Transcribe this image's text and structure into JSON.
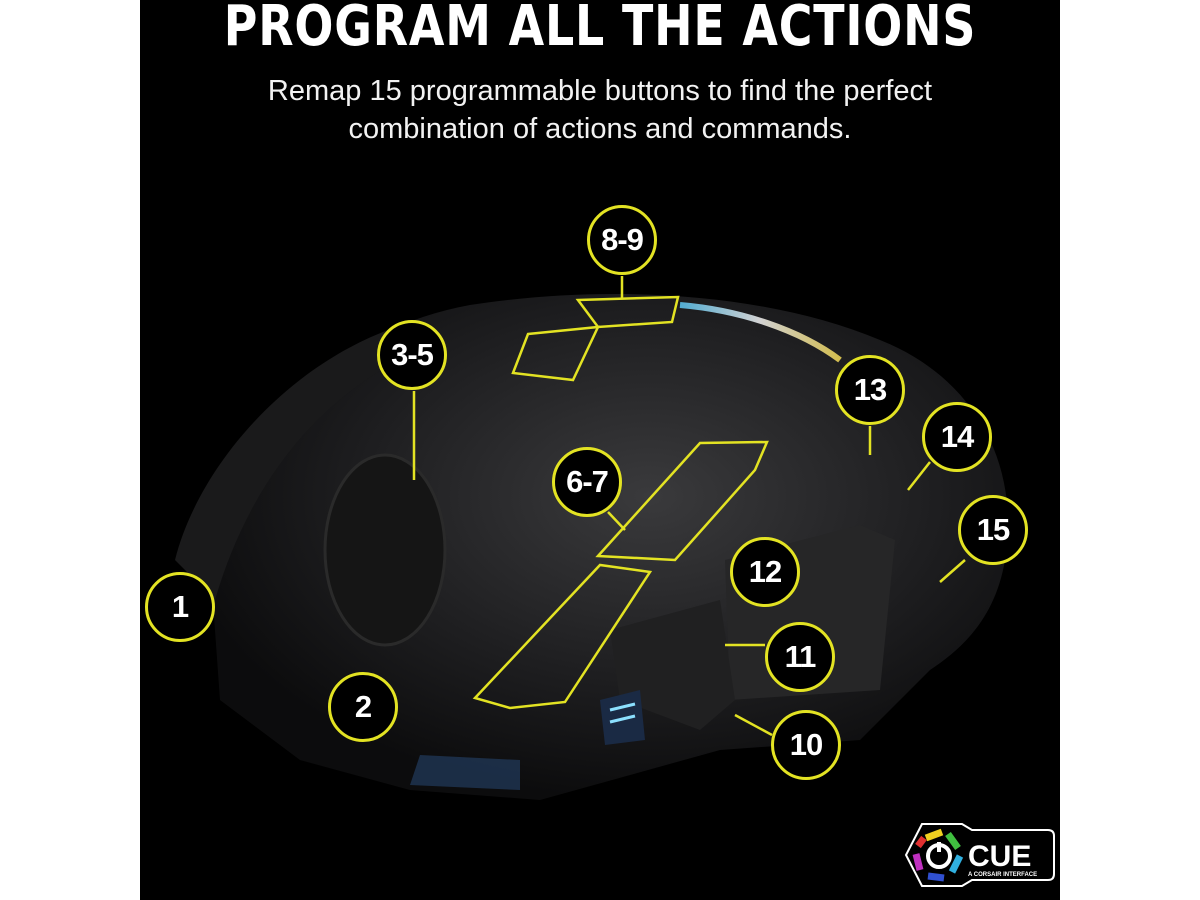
{
  "header": {
    "title": "PROGRAM ALL THE ACTIONS",
    "subtitle_lines": [
      "Remap 15 programmable buttons to find the perfect",
      "combination of actions and commands."
    ]
  },
  "callouts": [
    {
      "label": "8-9"
    },
    {
      "label": "3-5"
    },
    {
      "label": "13"
    },
    {
      "label": "14"
    },
    {
      "label": "6-7"
    },
    {
      "label": "15"
    },
    {
      "label": "12"
    },
    {
      "label": "1"
    },
    {
      "label": "11"
    },
    {
      "label": "2"
    },
    {
      "label": "10"
    }
  ],
  "logo": {
    "name": "CUE",
    "tagline": "A CORSAIR INTERFACE"
  },
  "colors": {
    "background": "#000000",
    "accent": "#e3e323",
    "text": "#ffffff"
  }
}
